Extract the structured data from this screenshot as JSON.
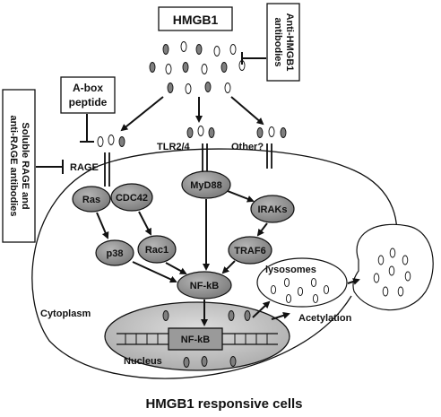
{
  "labels": {
    "hmgb1": "HMGB1",
    "anti_hmgb1_line1": "Anti-HMGB1",
    "anti_hmgb1_line2": "antibodies",
    "abox_line1": "A-box",
    "abox_line2": "peptide",
    "soluble_line1": "Soluble RAGE and",
    "soluble_line2": "anti-RAGE antibodies",
    "rage": "RAGE",
    "tlr": "TLR2/4",
    "other": "Other?",
    "ras": "Ras",
    "cdc42": "CDC42",
    "myd88": "MyD88",
    "iraks": "IRAKs",
    "p38": "p38",
    "rac1": "Rac1",
    "traf6": "TRAF6",
    "nfkb": "NF-kB",
    "nfkb_nuclear": "NF-kB",
    "lysosomes": "lysosomes",
    "cytoplasm": "Cytoplasm",
    "acetylation": "Acetylation",
    "nucleus": "Nucleus",
    "caption": "HMGB1 responsive cells"
  },
  "colors": {
    "node_fill": "#8f8f8f",
    "nucleus_fill": "#c4c4c4",
    "line": "#111111",
    "box_fill": "#ffffff"
  }
}
